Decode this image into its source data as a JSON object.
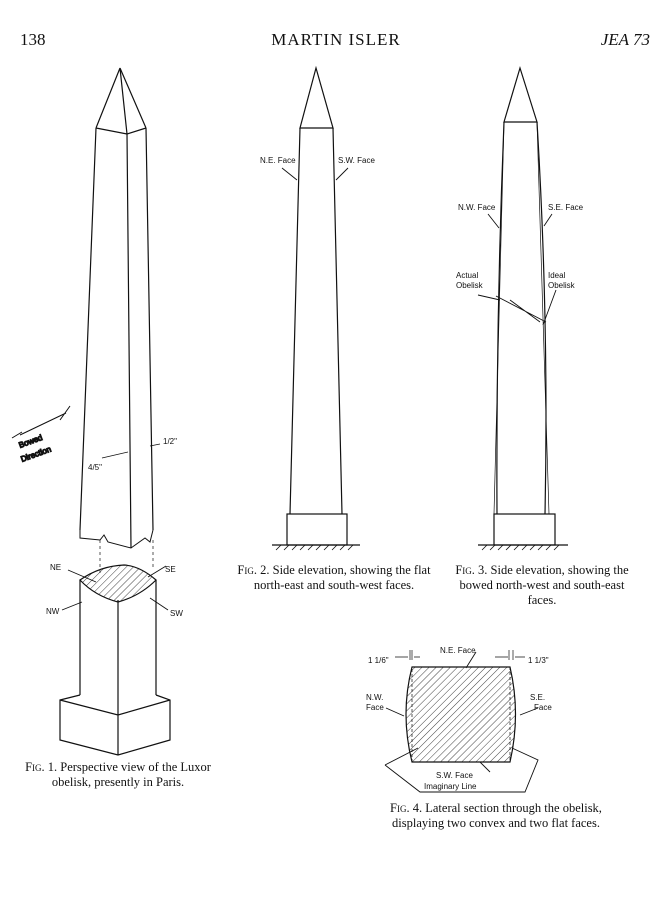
{
  "header": {
    "page_number": "138",
    "author": "MARTIN ISLER",
    "journal": "JEA 73"
  },
  "fig1": {
    "label": "Fig. 1.",
    "caption": "Perspective view of the Luxor obelisk, presently in Paris.",
    "annotations": {
      "bowed1": "Bowed",
      "bowed2": "Direction",
      "dim_a": "4/5\"",
      "dim_b": "1/2\"",
      "ne": "NE",
      "se": "SE",
      "nw": "NW",
      "sw": "SW"
    }
  },
  "fig2": {
    "label": "Fig. 2.",
    "caption": "Side elevation, showing the flat north-east and south-west faces.",
    "annotations": {
      "ne": "N.E. Face",
      "sw": "S.W. Face"
    }
  },
  "fig3": {
    "label": "Fig. 3.",
    "caption": "Side elevation, showing the bowed north-west and south-east faces.",
    "annotations": {
      "nw": "N.W. Face",
      "se": "S.E. Face",
      "actual1": "Actual",
      "actual2": "Obelisk",
      "ideal1": "Ideal",
      "ideal2": "Obelisk"
    }
  },
  "fig4": {
    "label": "Fig. 4.",
    "caption": "Lateral section through the obelisk, displaying two convex and two flat faces.",
    "annotations": {
      "dim_left": "1 1/6\"",
      "dim_right": "1 1/3\"",
      "ne": "N.E. Face",
      "nw1": "N.W.",
      "nw2": "Face",
      "se1": "S.E.",
      "se2": "Face",
      "sw": "S.W. Face",
      "imaginary": "Imaginary Line"
    }
  }
}
